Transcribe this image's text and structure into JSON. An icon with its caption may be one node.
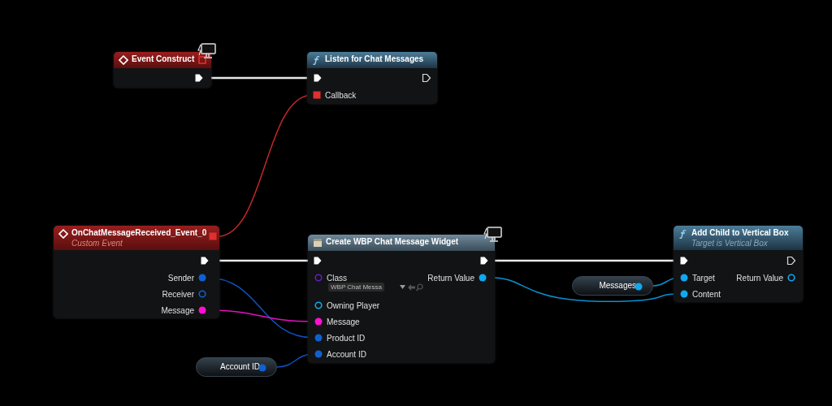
{
  "diagram": {
    "nodes": [
      {
        "text": [
          "Event Construct"
        ]
      },
      {
        "text": [],
        "shape": "pentagon",
        "in": 0
      },
      {
        "text": [
          "Listen for Chat Messages"
        ]
      },
      {
        "text": [],
        "shape": "pentagon",
        "in": 2
      },
      {
        "text": [],
        "shape": "pentagon",
        "in": 2
      },
      {
        "text": [
          "Callback"
        ],
        "in": 2
      },
      {
        "text": [
          "OnChatMessageReceived_Event_0",
          "Custom Event"
        ]
      },
      {
        "text": [],
        "shape": "box",
        "in": 6
      },
      {
        "text": [],
        "shape": "pentagon",
        "in": 6
      },
      {
        "text": [
          "Sender"
        ],
        "in": 6
      },
      {
        "text": [
          "Receiver"
        ],
        "in": 6
      },
      {
        "text": [
          "Message"
        ],
        "in": 6
      },
      {
        "text": [
          "Create WBP Chat Message Widget"
        ]
      },
      {
        "text": [],
        "shape": "pentagon",
        "in": 12
      },
      {
        "text": [],
        "shape": "pentagon",
        "in": 12
      },
      {
        "text": [
          "Class"
        ],
        "in": 12
      },
      {
        "text": [
          "Return Value"
        ],
        "in": 12
      },
      {
        "text": [
          "Owning Player"
        ],
        "in": 12
      },
      {
        "text": [
          "Message"
        ],
        "in": 12
      },
      {
        "text": [
          "Product ID"
        ],
        "in": 12
      },
      {
        "text": [
          "Account ID"
        ],
        "in": 12
      },
      {
        "text": [
          "Add Child to Vertical Box",
          "Target is Vertical Box"
        ]
      },
      {
        "text": [],
        "shape": "pentagon",
        "in": 21
      },
      {
        "text": [],
        "shape": "pentagon",
        "in": 21
      },
      {
        "text": [
          "Target"
        ],
        "in": 21
      },
      {
        "text": [
          "Return Value"
        ],
        "in": 21
      },
      {
        "text": [
          "Content"
        ],
        "in": 21
      },
      {
        "text": [
          "Account ID"
        ]
      },
      {
        "text": [
          "Messages"
        ]
      }
    ],
    "edges": [
      {
        "from": 1,
        "to": 3,
        "arrow": "none"
      },
      {
        "from": 7,
        "to": 5,
        "arrow": "none",
        "color": "#c02828"
      },
      {
        "from": 8,
        "to": 13,
        "arrow": "none"
      },
      {
        "from": 9,
        "to": 19,
        "arrow": "none",
        "color": "#1050c0"
      },
      {
        "from": 11,
        "to": 18,
        "arrow": "none",
        "color": "#e010c0"
      },
      {
        "from": 14,
        "to": 22,
        "arrow": "none"
      },
      {
        "from": 16,
        "to": 26,
        "arrow": "none",
        "color": "#0890d0"
      },
      {
        "from": 27,
        "to": 20,
        "arrow": "none",
        "color": "#1050c0"
      },
      {
        "from": 28,
        "to": 24,
        "arrow": "none",
        "color": "#0890d0"
      }
    ],
    "labels": [
      "WBP Chat Messa"
    ]
  }
}
